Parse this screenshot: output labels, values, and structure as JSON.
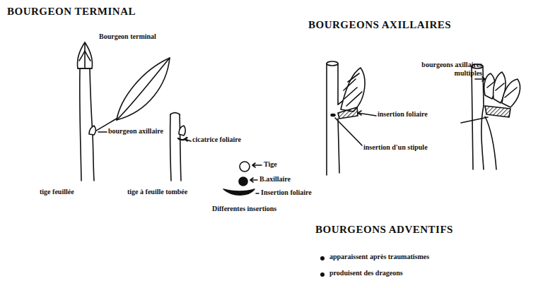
{
  "diagram": {
    "labels": [
      "BOURGEON TERMINAL",
      "Bourgeon terminal",
      "bourgeon axillaire",
      "cicatrice foliaire",
      "tige feuillée",
      "tige à feuille tombée",
      "Tige",
      "B.axillaire",
      "Insertion foliaire",
      "Differentes insertions",
      "BOURGEONS AXILLAIRES",
      "bourgeons axillaires multiples",
      "insertion foliaire",
      "insertion d'un stipule",
      "BOURGEONS ADVENTIFS",
      "apparaissent après traumatismes",
      "produisent des drageons"
    ]
  }
}
